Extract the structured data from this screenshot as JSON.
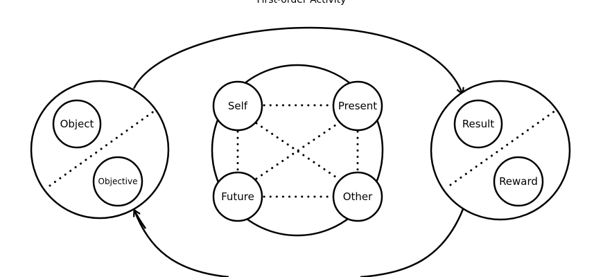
{
  "diagram": {
    "title": "First-order Activity",
    "left_cluster": {
      "nodes": [
        "Object",
        "Objective"
      ]
    },
    "center_cluster": {
      "nodes": [
        "Self",
        "Present",
        "Future",
        "Other"
      ]
    },
    "right_cluster": {
      "nodes": [
        "Result",
        "Reward"
      ]
    },
    "colors": {
      "stroke": "#000000",
      "fill": "#ffffff"
    }
  }
}
